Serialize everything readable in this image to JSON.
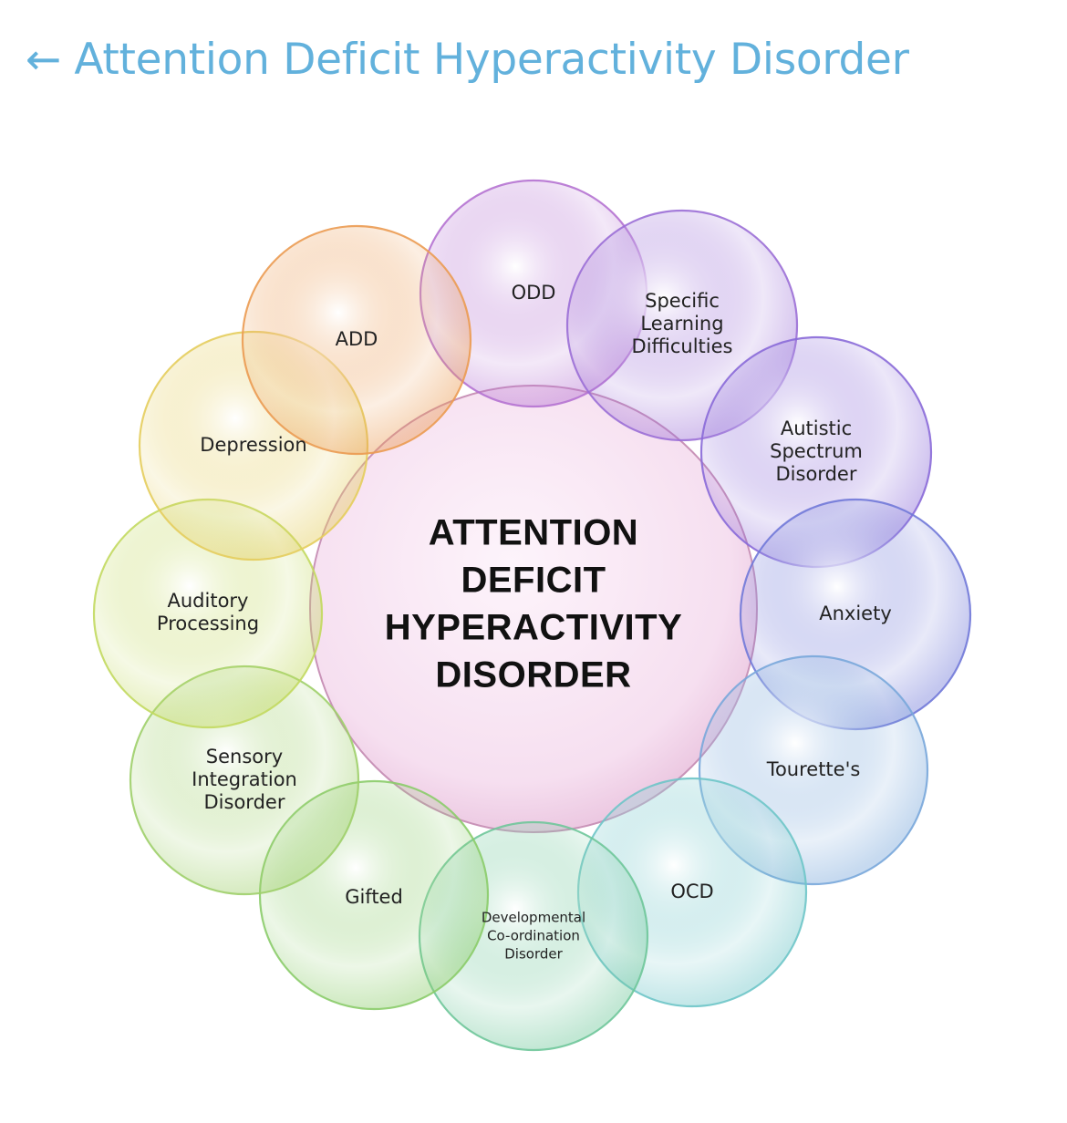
{
  "header": {
    "back_icon": "←",
    "title": "Attention Deficit Hyperactivity Disorder",
    "color": "#62b1dc"
  },
  "diagram": {
    "center": {
      "lines": [
        "ATTENTION",
        "DEFICIT",
        "HYPERACTIVITY",
        "DISORDER"
      ],
      "fill": "#f6dff0",
      "stroke": "#c993b8"
    },
    "satellites": [
      {
        "id": "odd",
        "lines": [
          "ODD"
        ],
        "color": "#b573d2"
      },
      {
        "id": "specific-learning-difficulties",
        "lines": [
          "Specific",
          "Learning",
          "Difficulties"
        ],
        "color": "#9b6fd6"
      },
      {
        "id": "autistic-spectrum-disorder",
        "lines": [
          "Autistic",
          "Spectrum",
          "Disorder"
        ],
        "color": "#8a6ad8"
      },
      {
        "id": "anxiety",
        "lines": [
          "Anxiety"
        ],
        "color": "#7179d8"
      },
      {
        "id": "tourettes",
        "lines": [
          "Tourette's"
        ],
        "color": "#79a7da"
      },
      {
        "id": "ocd",
        "lines": [
          "OCD"
        ],
        "color": "#6ec5c8"
      },
      {
        "id": "developmental-co-ordination-disorder",
        "lines": [
          "Developmental",
          "Co-ordination",
          "Disorder"
        ],
        "color": "#6fc79a"
      },
      {
        "id": "gifted",
        "lines": [
          "Gifted"
        ],
        "color": "#8bcc6a"
      },
      {
        "id": "sensory-integration-disorder",
        "lines": [
          "Sensory",
          "Integration",
          "Disorder"
        ],
        "color": "#9ecf6a"
      },
      {
        "id": "auditory-processing",
        "lines": [
          "Auditory",
          "Processing"
        ],
        "color": "#c2d95f"
      },
      {
        "id": "depression",
        "lines": [
          "Depression"
        ],
        "color": "#e4cd5d"
      },
      {
        "id": "add",
        "lines": [
          "ADD"
        ],
        "color": "#eb9b52"
      }
    ]
  }
}
